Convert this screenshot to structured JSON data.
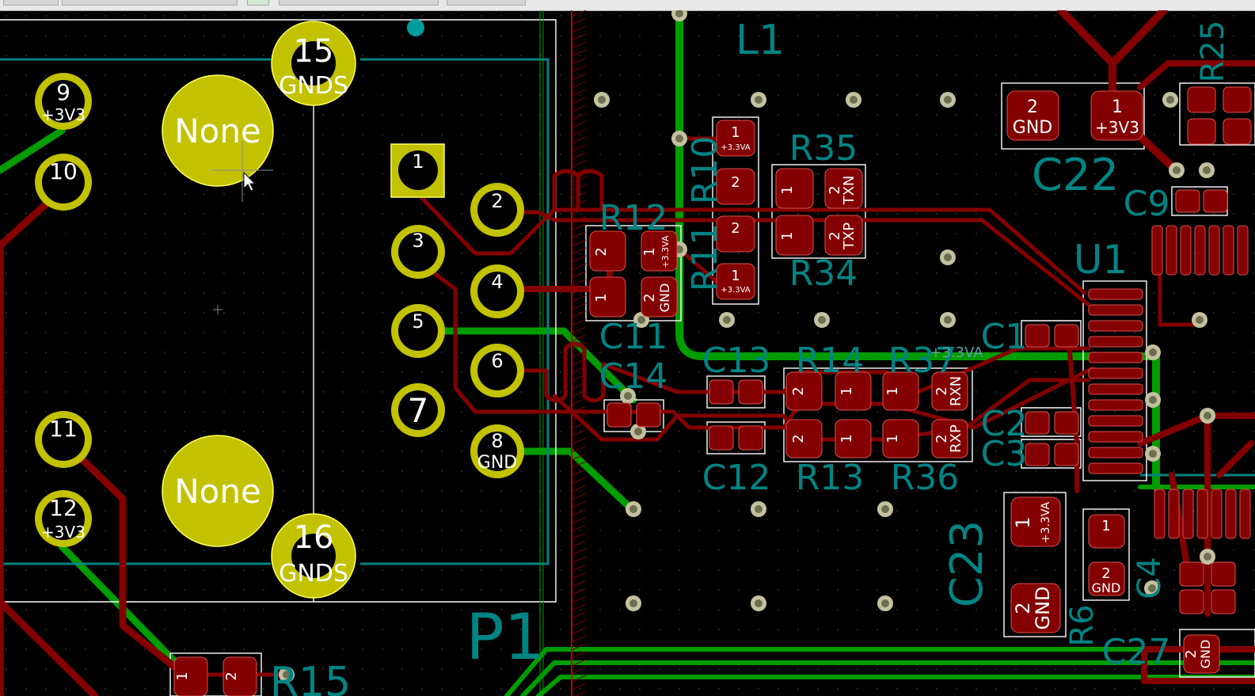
{
  "colors": {
    "background": "#000000",
    "front_copper": "#840000",
    "back_copper": "#009c00",
    "silkscreen": "#008484",
    "pad": "#c2c200",
    "via": "#c2c2a0",
    "outline": "#ffffff"
  },
  "toolbar": {
    "dropdown_icon": "track-width-icon"
  },
  "cursor": {
    "icon": "arrow-cursor-icon"
  },
  "connector": {
    "ref": "P1",
    "big_pads": [
      {
        "num": "15",
        "net": "GNDS"
      },
      {
        "num": "16",
        "net": "GNDS"
      }
    ],
    "holes": [
      {
        "label": "None"
      },
      {
        "label": "None"
      }
    ],
    "left_pads": [
      {
        "num": "9",
        "net": "+3V3"
      },
      {
        "num": "10",
        "net": ""
      },
      {
        "num": "11",
        "net": ""
      },
      {
        "num": "12",
        "net": "+3V3"
      }
    ],
    "pins": [
      {
        "num": "1",
        "net": ""
      },
      {
        "num": "2",
        "net": ""
      },
      {
        "num": "3",
        "net": ""
      },
      {
        "num": "4",
        "net": ""
      },
      {
        "num": "5",
        "net": ""
      },
      {
        "num": "6",
        "net": ""
      },
      {
        "num": "7",
        "net": ""
      },
      {
        "num": "8",
        "net": "GND"
      }
    ]
  },
  "refs": {
    "L1": "L1",
    "R35": "R35",
    "R34": "R34",
    "R10": "R10",
    "R11": "R11",
    "R12": "R12",
    "C11": "C11",
    "C14": "C14",
    "C13": "C13",
    "R14": "R14",
    "R37": "R37",
    "C12": "C12",
    "R13": "R13",
    "R36": "R36",
    "C1": "C1",
    "C2": "C2",
    "C3": "C3",
    "U1": "U1",
    "C9": "C9",
    "C22": "C22",
    "C23": "C23",
    "R6": "R6",
    "C4": "C4",
    "C27": "C27",
    "R15": "R15",
    "R25": "R25"
  },
  "pads": {
    "r10_1": {
      "num": "1",
      "net": "+3.3VA"
    },
    "r10_2": {
      "num": "2",
      "net": ""
    },
    "r11_2": {
      "num": "2",
      "net": ""
    },
    "r11_1": {
      "num": "1",
      "net": "+3.3VA"
    },
    "r35_1": {
      "num": "1",
      "net": ""
    },
    "r35_2": {
      "num": "2",
      "net": "TXN"
    },
    "r34_1": {
      "num": "1",
      "net": ""
    },
    "r34_2": {
      "num": "2",
      "net": "TXP"
    },
    "r12_2": {
      "num": "2",
      "net": ""
    },
    "r12_1": {
      "num": "1",
      "net": "+3.3VA"
    },
    "c11_1": {
      "num": "1",
      "net": ""
    },
    "c11_2": {
      "num": "2",
      "net": "GND"
    },
    "r14_2": {
      "num": "2",
      "net": ""
    },
    "r14_1": {
      "num": "1",
      "net": ""
    },
    "r37_1": {
      "num": "1",
      "net": ""
    },
    "r37_2": {
      "num": "2",
      "net": "RXN"
    },
    "r13_2": {
      "num": "2",
      "net": ""
    },
    "r13_1": {
      "num": "1",
      "net": ""
    },
    "r36_1": {
      "num": "1",
      "net": ""
    },
    "r36_2": {
      "num": "2",
      "net": "RXP"
    },
    "c22_2": {
      "num": "2",
      "net": "GND"
    },
    "c22_1": {
      "num": "1",
      "net": "+3V3"
    },
    "c23_1": {
      "num": "1",
      "net": "+3.3VA"
    },
    "c23_2": {
      "num": "2",
      "net": "GND"
    },
    "r6_1": {
      "num": "1",
      "net": ""
    },
    "r6_2": {
      "num": "2",
      "net": "GND"
    },
    "c27_2": {
      "num": "2",
      "net": "GND"
    },
    "r15_1": {
      "num": "1",
      "net": ""
    },
    "r15_2": {
      "num": "2",
      "net": ""
    }
  },
  "net_labels": {
    "trace_3v3va": "+3.3VA"
  }
}
